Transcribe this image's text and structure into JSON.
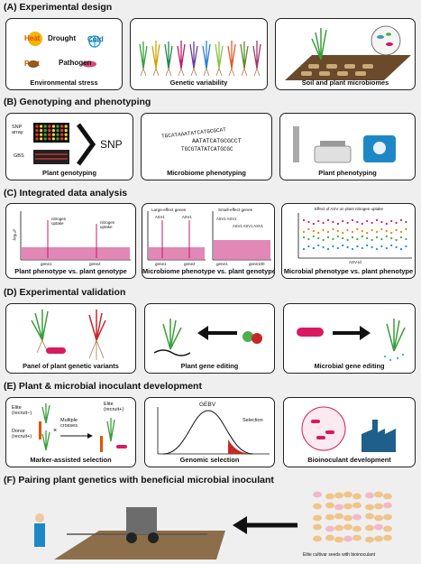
{
  "sections": {
    "a": {
      "title": "(A) Experimental design",
      "stresses": {
        "heat": "Heat",
        "drought": "Drought",
        "cold": "Cold",
        "pest": "Pest",
        "pathogen": "Pathogen"
      },
      "captions": [
        "Environmental stress",
        "Genetic variability",
        "Soil and plant microbiomes"
      ]
    },
    "b": {
      "title": "(B) Genotyping and phenotyping",
      "snp_array": "SNP\narray",
      "gbs": "GBS",
      "snp": "SNP",
      "sequences": [
        "TGCATAAATATCATGCGCAT",
        "AATATCATGCGCCT",
        "TGCGTATATCATGCGC"
      ],
      "captions": [
        "Plant genotyping",
        "Microbiome phenotyping",
        "Plant phenotyping"
      ]
    },
    "c": {
      "title": "(C) Integrated data analysis",
      "p1": {
        "labels": [
          "nitrogen\nuptake",
          "nitrogen\nuptake"
        ],
        "genes": [
          "gene1",
          "gene2"
        ]
      },
      "p2": {
        "large": "Large-effect genes",
        "small": "Small-effect genes",
        "asv": [
          "ASV1",
          "ASV1",
          "ASV1 ASV1",
          "ASV1 ASV1 ASV1"
        ],
        "genes": [
          "gene1",
          "gene2",
          "gene1",
          "gene100"
        ]
      },
      "p3": {
        "title": "Effect of ASV on plant nitrogen uptake",
        "xlabel": "ASV-id"
      },
      "ylabel": "-log₁₀P",
      "captions": [
        "Plant phenotype vs. plant genotype",
        "Microbiome phenotype vs. plant genotype",
        "Microbial phenotype vs. plant phenotype"
      ]
    },
    "d": {
      "title": "(D) Experimental validation",
      "captions": [
        "Panel of plant genetic variants",
        "Plant gene editing",
        "Microbial gene editing"
      ]
    },
    "e": {
      "title": "(E) Plant & microbial inoculant development",
      "elite": "Elite\n(recruit−)",
      "donor": "Donor\n(recruit+)",
      "multiple": "Multiple\ncrosses",
      "elite_plus": "Elite\n(recruit+)",
      "gebv": "GEBV",
      "selection": "Selection",
      "captions": [
        "Marker-assisted selection",
        "Genomic selection",
        "Bioinoculant development"
      ]
    },
    "f": {
      "title": "(F) Pairing plant genetics with beneficial microbial inoculant",
      "caption": "Elite cultivar seeds with bioinoculant"
    }
  },
  "colors": {
    "accent_magenta": "#c2186b",
    "panel_border": "#222222",
    "band": "#efefef"
  }
}
